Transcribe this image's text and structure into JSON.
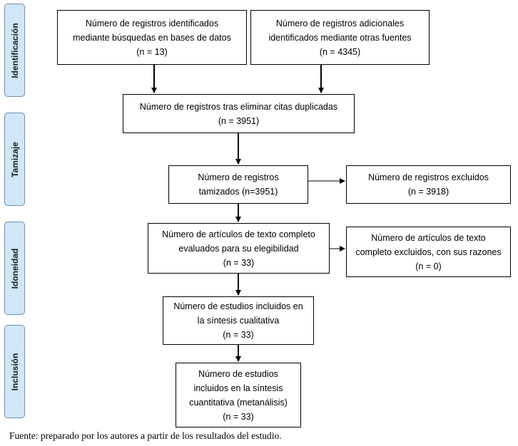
{
  "phases": {
    "identificacion": "Identificación",
    "tamizaje": "Tamizaje",
    "idoneidad": "Idoneidad",
    "inclusion": "Inclusión"
  },
  "boxes": {
    "db_records": {
      "line1": "Número de registros identificados",
      "line2": "mediante búsquedas en bases de datos",
      "line3": "(n = 13)"
    },
    "other_records": {
      "line1": "Número de registros adicionales",
      "line2": "identificados mediante otras fuentes",
      "line3": "(n = 4345)"
    },
    "deduplicated": {
      "line1": "Número de registros tras eliminar citas duplicadas",
      "line2": "(n = 3951)"
    },
    "screened": {
      "line1": "Número de registros",
      "line2": "tamizados (n=3951)"
    },
    "excluded": {
      "line1": "Número de registros excluidos",
      "line2": "(n = 3918)"
    },
    "fulltext": {
      "line1": "Número de artículos de texto completo",
      "line2": "evaluados para su elegibilidad",
      "line3": "(n = 33)"
    },
    "fulltext_excluded": {
      "line1": "Número de artículos de texto",
      "line2": "completo excluidos, con sus razones",
      "line3": "(n = 0)"
    },
    "qualitative": {
      "line1": "Número de estudios incluidos en",
      "line2": "la síntesis cualitativa",
      "line3": "(n = 33)"
    },
    "quantitative": {
      "line1": "Número de estudios",
      "line2": "incluidos en la síntesis",
      "line3": "cuantitativa (metanálisis)",
      "line4": "(n = 33)"
    }
  },
  "source_note": "Fuente: preparado por los autores a partir de los resultados del estudio."
}
